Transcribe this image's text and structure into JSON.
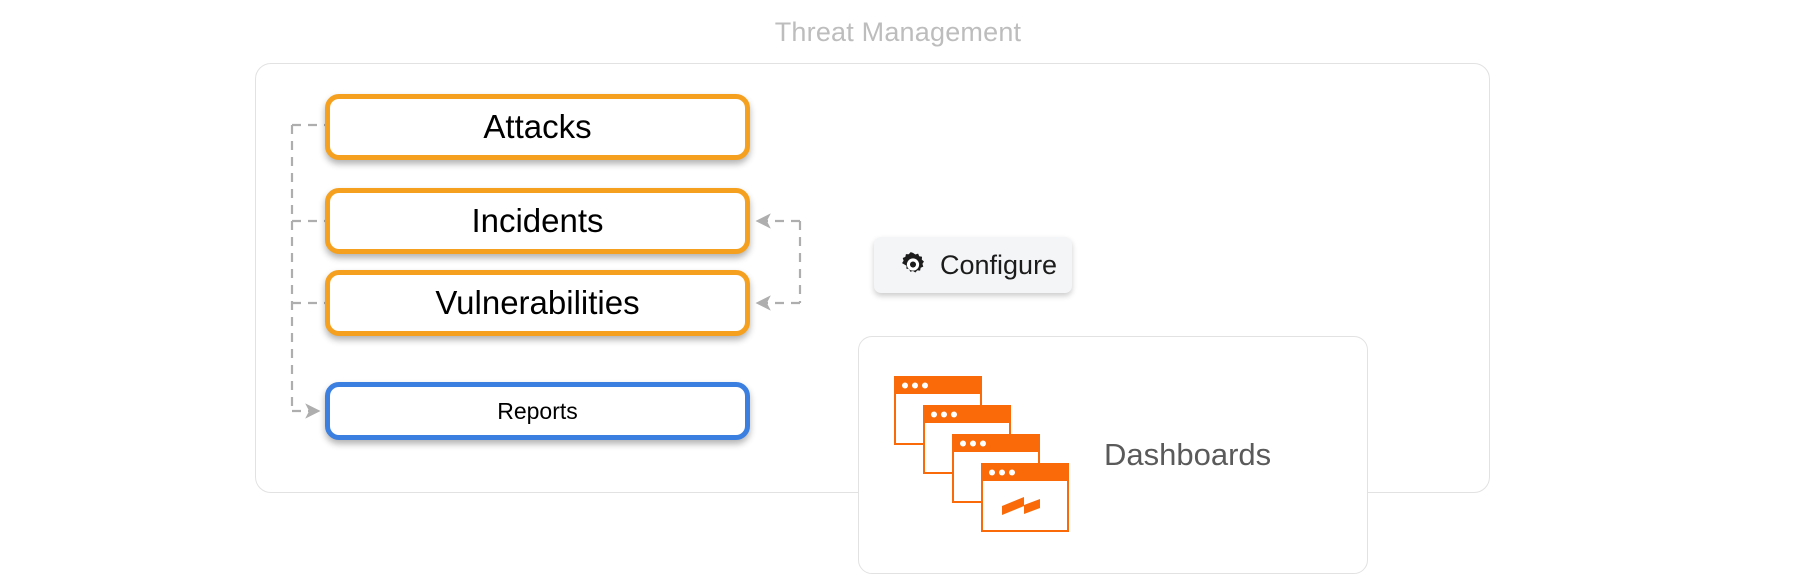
{
  "diagram": {
    "title": "Threat Management",
    "colors": {
      "primary_node_border": "#f5a11f",
      "secondary_node_border": "#3b7fe0",
      "container_border": "#e2e2e2",
      "connector": "#aeaeae",
      "title_text": "#bdbdbd",
      "dashboard_icon": "#fb6a08",
      "button_background": "#f4f5f7",
      "label_text": "#5a5a5a"
    }
  },
  "group": {
    "nodes": [
      {
        "id": "attacks",
        "label": "Attacks",
        "style": "orange"
      },
      {
        "id": "incidents",
        "label": "Incidents",
        "style": "orange"
      },
      {
        "id": "vulnerabilities",
        "label": "Vulnerabilities",
        "style": "orange"
      },
      {
        "id": "reports",
        "label": "Reports",
        "style": "blue"
      }
    ]
  },
  "configure": {
    "label": "Configure",
    "icon": "gear-icon"
  },
  "dashboards": {
    "label": "Dashboards",
    "icon": "cascading-windows-icon",
    "window_count": 4,
    "dots_per_window": 3
  }
}
